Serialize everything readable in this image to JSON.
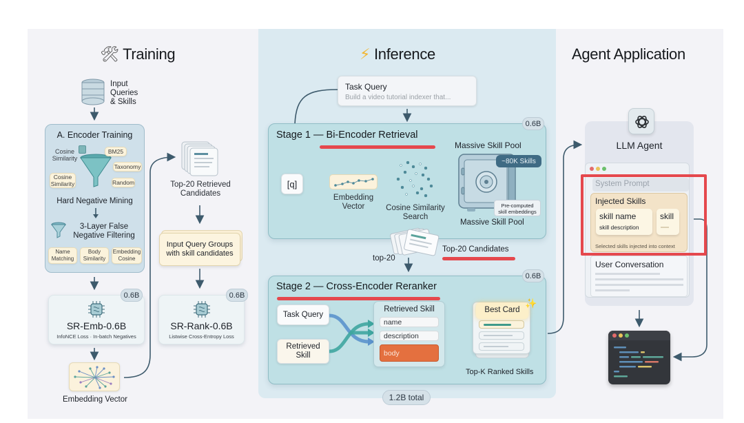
{
  "sections": {
    "training": {
      "title": "Training",
      "icon": "hammer-wrench-icon",
      "input": "Input\nQueries\n& Skills",
      "encoder_box": {
        "title": "A. Encoder Training",
        "cosine_label": "Cosine\nSimilarity",
        "chips": [
          "BM25",
          "Taxonomy",
          "Cosine\nSimilarity",
          "Random"
        ],
        "mining_label": "Hard Negative Mining",
        "filter_label": "3-Layer False\nNegative Filtering",
        "filters": [
          "Name\nMatching",
          "Body\nSimilarity",
          "Embedding\nCosine"
        ]
      },
      "emb_model": {
        "name": "SR-Emb-0.6B",
        "subtitle": "InfoNCE Loss · In-batch Negatives",
        "badge": "0.6B"
      },
      "embedding_vector": "Embedding Vector",
      "retrieved": "Top-20 Retrieved\nCandidates",
      "query_groups": "Input Query Groups\nwith skill candidates",
      "rank_model": {
        "name": "SR-Rank-0.6B",
        "subtitle": "Listwise Cross-Entropy Loss",
        "badge": "0.6B"
      }
    },
    "inference": {
      "title": "Inference",
      "icon": "lightning-icon",
      "task_query": {
        "title": "Task Query",
        "text": "Build a video tutorial indexer that..."
      },
      "stage1": {
        "title": "Stage 1 — Bi-Encoder Retrieval",
        "badge": "0.6B",
        "q_label": "[q]",
        "embedding": "Embedding\nVector",
        "search": "Cosine Similarity\nSearch",
        "pool_title": "Massive Skill Pool",
        "pool_badge": "~80K Skills",
        "pool_note": "Pre-computed\nskill embeddings",
        "pool_caption": "Massive Skill Pool"
      },
      "top20_label": "top-20",
      "candidates_label": "Top-20 Candidates",
      "stage2": {
        "title": "Stage 2 — Cross-Encoder Reranker",
        "badge": "0.6B",
        "task_query": "Task Query",
        "retrieved_skill": "Retrieved\nSkill",
        "skill_card": {
          "title": "Retrieved Skill",
          "fields": [
            "name",
            "description",
            "body"
          ]
        },
        "best_card": "Best Card",
        "ranked_caption": "Top-K Ranked Skills"
      },
      "total": "1.2B total"
    },
    "agent": {
      "title": "Agent Application",
      "agent_label": "LLM Agent",
      "agent_icon": "openai-logo-icon",
      "system_prompt": "System Prompt",
      "injected_title": "Injected Skills",
      "skill_name": "skill name",
      "skill_description": "skill description",
      "skill_short": "skill",
      "injected_note": "Selected skills injected into context",
      "user_conversation": "User Conversation"
    }
  },
  "colors": {
    "highlight_red": "#e5484d",
    "stage_teal": "#bfe0e5",
    "body_orange": "#e4703f",
    "arrow": "#3d5a6c"
  }
}
